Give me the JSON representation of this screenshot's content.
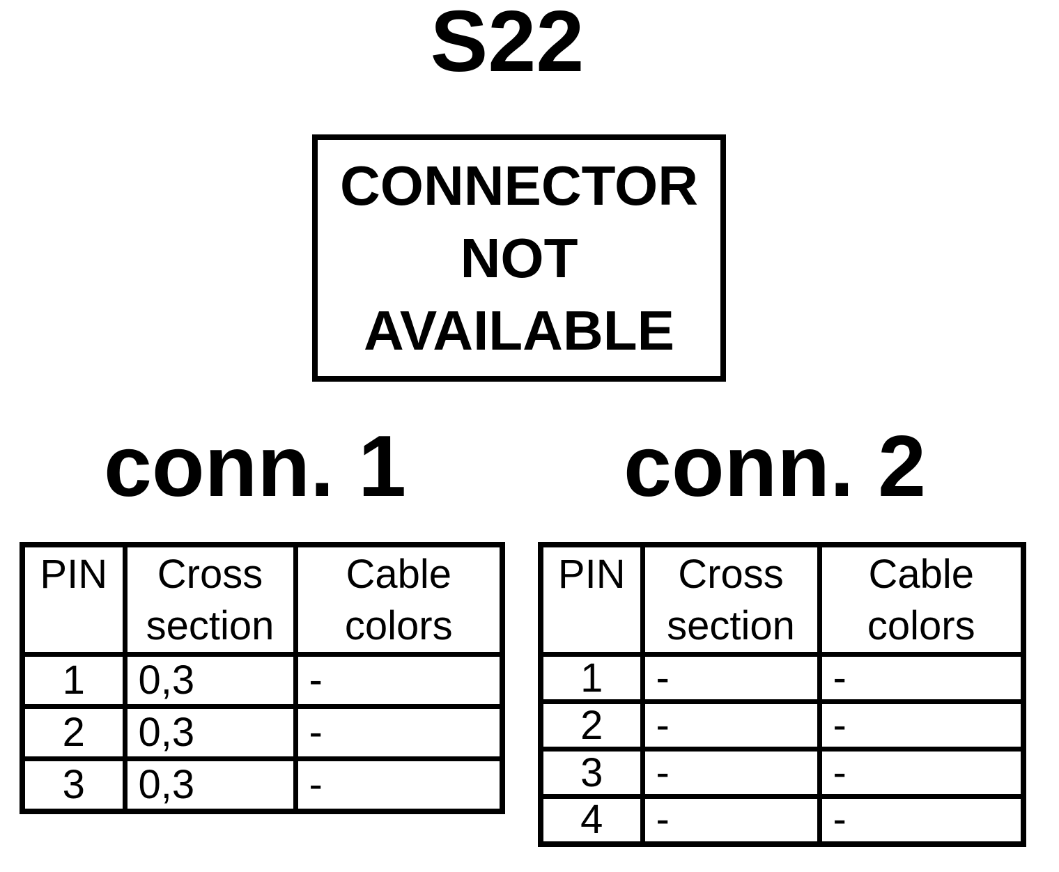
{
  "page_title": "S22",
  "notice_box": {
    "lines": [
      "CONNECTOR",
      "NOT",
      "AVAILABLE"
    ]
  },
  "connectors": [
    {
      "heading": "conn. 1",
      "columns": {
        "pin": "PIN",
        "cross_section": "Cross section",
        "cable_colors": "Cable colors"
      },
      "rows": [
        {
          "pin": "1",
          "cross_section": "0,3",
          "cable_colors": "-"
        },
        {
          "pin": "2",
          "cross_section": "0,3",
          "cable_colors": "-"
        },
        {
          "pin": "3",
          "cross_section": "0,3",
          "cable_colors": "-"
        }
      ]
    },
    {
      "heading": "conn. 2",
      "columns": {
        "pin": "PIN",
        "cross_section": "Cross section",
        "cable_colors": "Cable colors"
      },
      "rows": [
        {
          "pin": "1",
          "cross_section": "-",
          "cable_colors": "-"
        },
        {
          "pin": "2",
          "cross_section": "-",
          "cable_colors": "-"
        },
        {
          "pin": "3",
          "cross_section": "-",
          "cable_colors": "-"
        },
        {
          "pin": "4",
          "cross_section": "-",
          "cable_colors": "-"
        }
      ]
    }
  ],
  "colors": {
    "foreground": "#000000",
    "background": "#ffffff"
  }
}
